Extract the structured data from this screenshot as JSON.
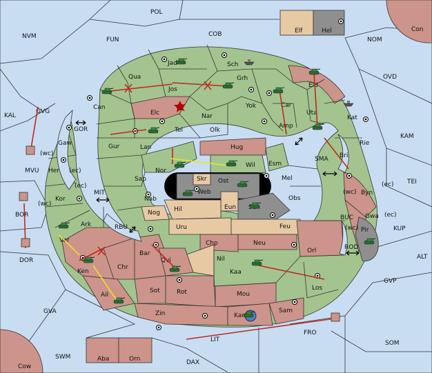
{
  "board": {
    "map_labels": {
      "pol": "POL",
      "elf": "Elf",
      "hel": "Hel",
      "con": "Con",
      "nvm": "NVM",
      "fun": "FUN",
      "cob": "COB",
      "nom": "NOM",
      "kal": "KAL",
      "gvg": "GVG",
      "gor": "GOR",
      "ovd": "OVD",
      "kam": "KAM",
      "sma": "SMA",
      "tei": "TEI",
      "mvu": "MVU",
      "mit": "MIT",
      "bor": "BOR",
      "rbu": "RBU",
      "dor": "DOR",
      "buc": "BUC",
      "kup": "KUP",
      "rod": "ROD",
      "alt": "ALT",
      "gvp": "GVP",
      "gva": "GVA",
      "fro": "FRO",
      "lit": "LIT",
      "som": "SOM",
      "swm": "SWM",
      "dax": "DAX",
      "cow": "Cow",
      "aba": "Aba",
      "orn": "Orn",
      "jad": "Jad",
      "sch": "Sch",
      "qua": "Qua",
      "grh": "Grh",
      "eld": "Eld",
      "can": "Can",
      "jos": "Jos",
      "yok": "Yok",
      "car": "Car",
      "uta": "Uta",
      "elc": "Elc",
      "nar": "Nar",
      "kat": "Kat",
      "gaw": "Gaw",
      "tel": "Tel",
      "olk": "Olk",
      "amp": "Amp",
      "gur": "Gur",
      "lan": "Lan",
      "hug": "Hug",
      "rie": "Rie",
      "bri": "Bri",
      "her": "Her",
      "nor": "Nor",
      "wil": "Wil",
      "esm": "Esm",
      "sap": "Sap",
      "skr": "Skr",
      "ost": "Ost",
      "mel": "Mel",
      "kor": "Kor",
      "web": "Web",
      "byn": "Byn",
      "nab": "Nab",
      "eun": "Eun",
      "sun": "Sun",
      "obs": "Obs",
      "hil": "Hil",
      "nog": "Nog",
      "ark": "Ark",
      "gwa": "Gwa",
      "uru": "Uru",
      "feu": "Feu",
      "pir": "Pir",
      "ver": "Ver",
      "chp": "Chp",
      "neu": "Neu",
      "orl": "Orl",
      "bar": "Bar",
      "qvi": "Qvi",
      "nil": "Nil",
      "ken": "Ken",
      "chr": "Chr",
      "kaa": "Kaa",
      "ail": "Ail",
      "sot": "Sot",
      "rot": "Rot",
      "mou": "Mou",
      "los": "Los",
      "zin": "Zin",
      "kar": "Kar",
      "sam": "Sam",
      "wc1": "(wc)",
      "ec1": "(ec)",
      "ec2": "(ec)",
      "wc2": "(wc)",
      "wc3": "(wc)",
      "ec3": "(ec)",
      "ec4": "(ec)",
      "wc4": "(wc)"
    },
    "colors": {
      "sea": "#c8ddf2",
      "green": "#a3c48e",
      "red": "#cc948a",
      "tan": "#e7c9a3",
      "gray": "#8f8f8f",
      "order_red": "#c0281c",
      "order_yellow": "#eedf2a"
    },
    "icons": {
      "army": "tank-icon",
      "fleet": "ship-icon",
      "supply": "supply-center-icon",
      "explosion": "explosion-icon",
      "dislodged": "dislodged-marker-icon"
    }
  }
}
